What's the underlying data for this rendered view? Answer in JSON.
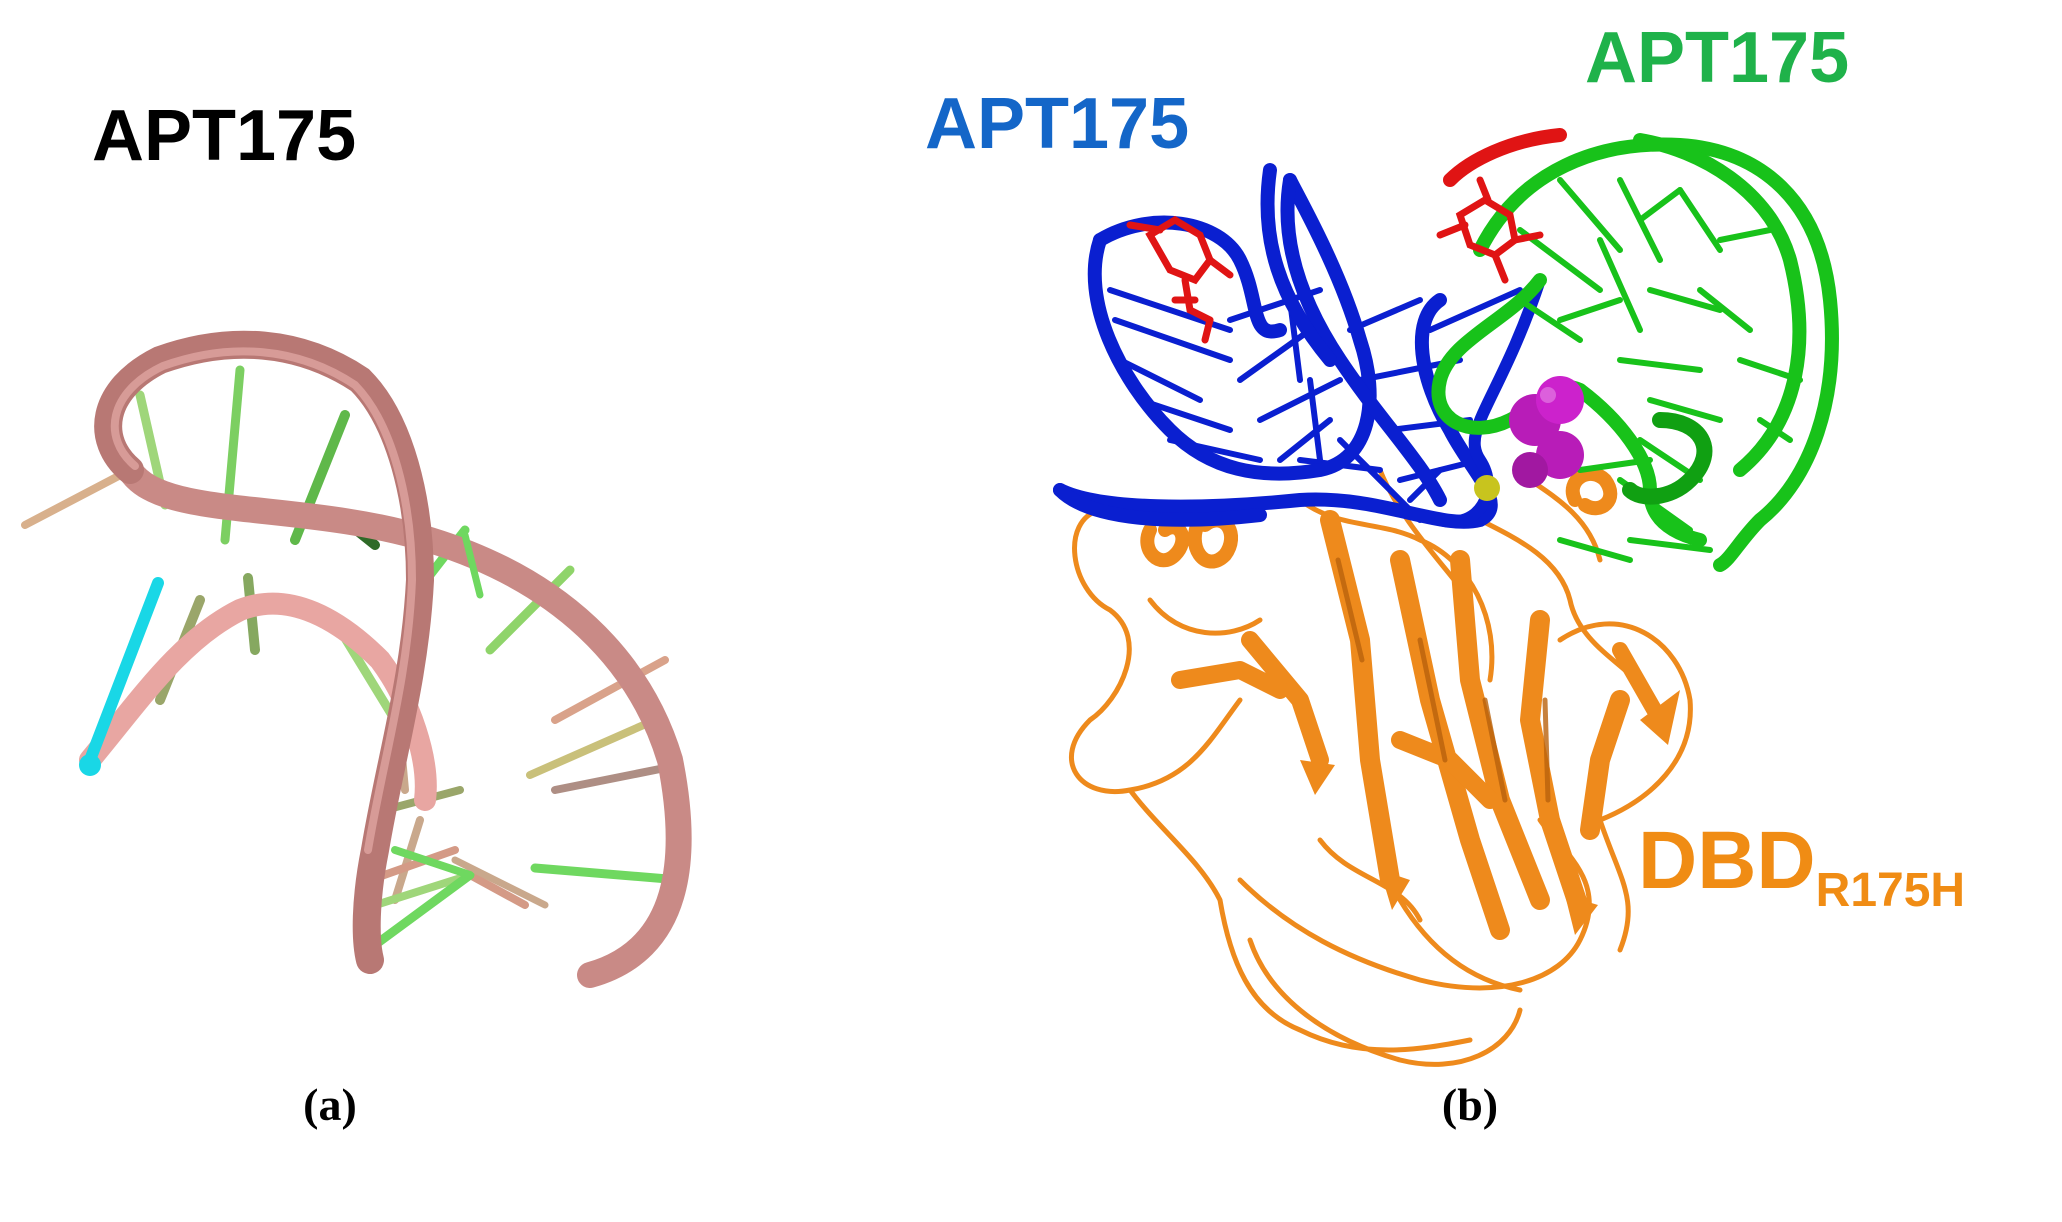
{
  "panel_a": {
    "title": "APT175",
    "caption": "(a)"
  },
  "panel_b": {
    "label_blue": "APT175",
    "label_green": "APT175",
    "label_dbd": "DBD",
    "label_dbd_sub": "R175H",
    "caption": "(b)"
  },
  "colors": {
    "pink_backbone": "#c98a86",
    "pink_light": "#e8a6a2",
    "base_green": "#6fd860",
    "cyan_terminus": "#19d7e6",
    "blue_aptamer": "#0a1fd0",
    "green_aptamer": "#18c21a",
    "red_ligand": "#e01414",
    "magenta_sphere": "#c81ec8",
    "yellow_sphere": "#c8c41e",
    "orange_protein": "#ee8a1c",
    "label_black": "#000000",
    "label_blue": "#1466c8",
    "label_green": "#1fb24a",
    "label_orange": "#f08c14"
  }
}
